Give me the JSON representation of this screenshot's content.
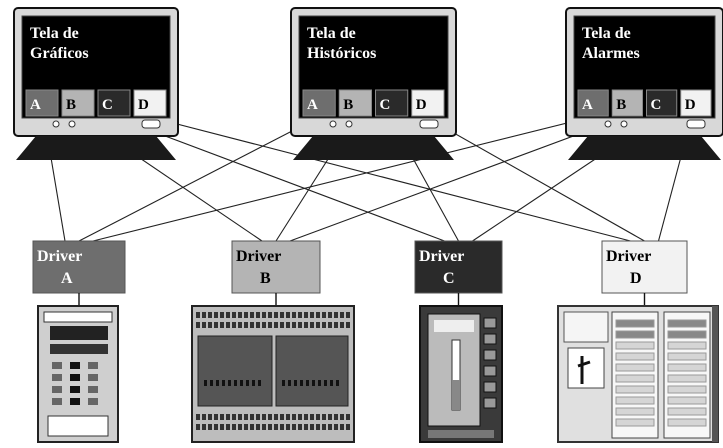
{
  "monitors": [
    {
      "title_line1": "Tela de",
      "title_line2": "Gráficos",
      "tiles": [
        {
          "letter": "A",
          "color": "#6e6e6e",
          "text_color": "#ffffff"
        },
        {
          "letter": "B",
          "color": "#b4b4b4",
          "text_color": "#000000"
        },
        {
          "letter": "C",
          "color": "#2a2a2a",
          "text_color": "#ffffff"
        },
        {
          "letter": "D",
          "color": "#f2f2f2",
          "text_color": "#000000"
        }
      ]
    },
    {
      "title_line1": "Tela de",
      "title_line2": "Históricos",
      "tiles": [
        {
          "letter": "A",
          "color": "#6e6e6e",
          "text_color": "#ffffff"
        },
        {
          "letter": "B",
          "color": "#b4b4b4",
          "text_color": "#000000"
        },
        {
          "letter": "C",
          "color": "#2a2a2a",
          "text_color": "#ffffff"
        },
        {
          "letter": "D",
          "color": "#f2f2f2",
          "text_color": "#000000"
        }
      ]
    },
    {
      "title_line1": "Tela de",
      "title_line2": "Alarmes",
      "tiles": [
        {
          "letter": "A",
          "color": "#6e6e6e",
          "text_color": "#ffffff"
        },
        {
          "letter": "B",
          "color": "#b4b4b4",
          "text_color": "#000000"
        },
        {
          "letter": "C",
          "color": "#2a2a2a",
          "text_color": "#ffffff"
        },
        {
          "letter": "D",
          "color": "#f2f2f2",
          "text_color": "#000000"
        }
      ]
    }
  ],
  "drivers": [
    {
      "word": "Driver",
      "letter": "A",
      "color": "#6e6e6e",
      "text_color": "#ffffff"
    },
    {
      "word": "Driver",
      "letter": "B",
      "color": "#b4b4b4",
      "text_color": "#000000"
    },
    {
      "word": "Driver",
      "letter": "C",
      "color": "#2a2a2a",
      "text_color": "#ffffff"
    },
    {
      "word": "Driver",
      "letter": "D",
      "color": "#f2f2f2",
      "text_color": "#000000"
    }
  ],
  "device_icons": [
    "controller-device-a",
    "rack-device-b",
    "panel-device-c",
    "cabinet-device-d"
  ]
}
